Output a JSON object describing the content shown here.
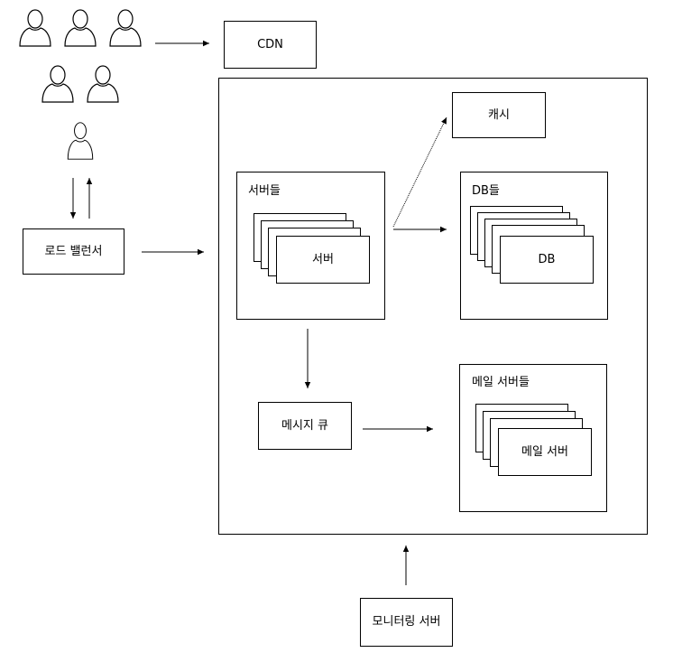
{
  "cdn": {
    "label": "CDN"
  },
  "load_balancer": {
    "label": "로드 밸런서"
  },
  "cache": {
    "label": "캐시"
  },
  "web_servers": {
    "group_label": "서버들",
    "item_label": "서버"
  },
  "databases": {
    "group_label": "DB들",
    "item_label": "DB"
  },
  "message_queue": {
    "label": "메시지 큐"
  },
  "mail_servers": {
    "group_label": "메일 서버들",
    "item_label": "메일 서버"
  },
  "monitoring": {
    "label": "모니터링 서버"
  },
  "users": {
    "count": 6,
    "icon": "user-icon"
  }
}
